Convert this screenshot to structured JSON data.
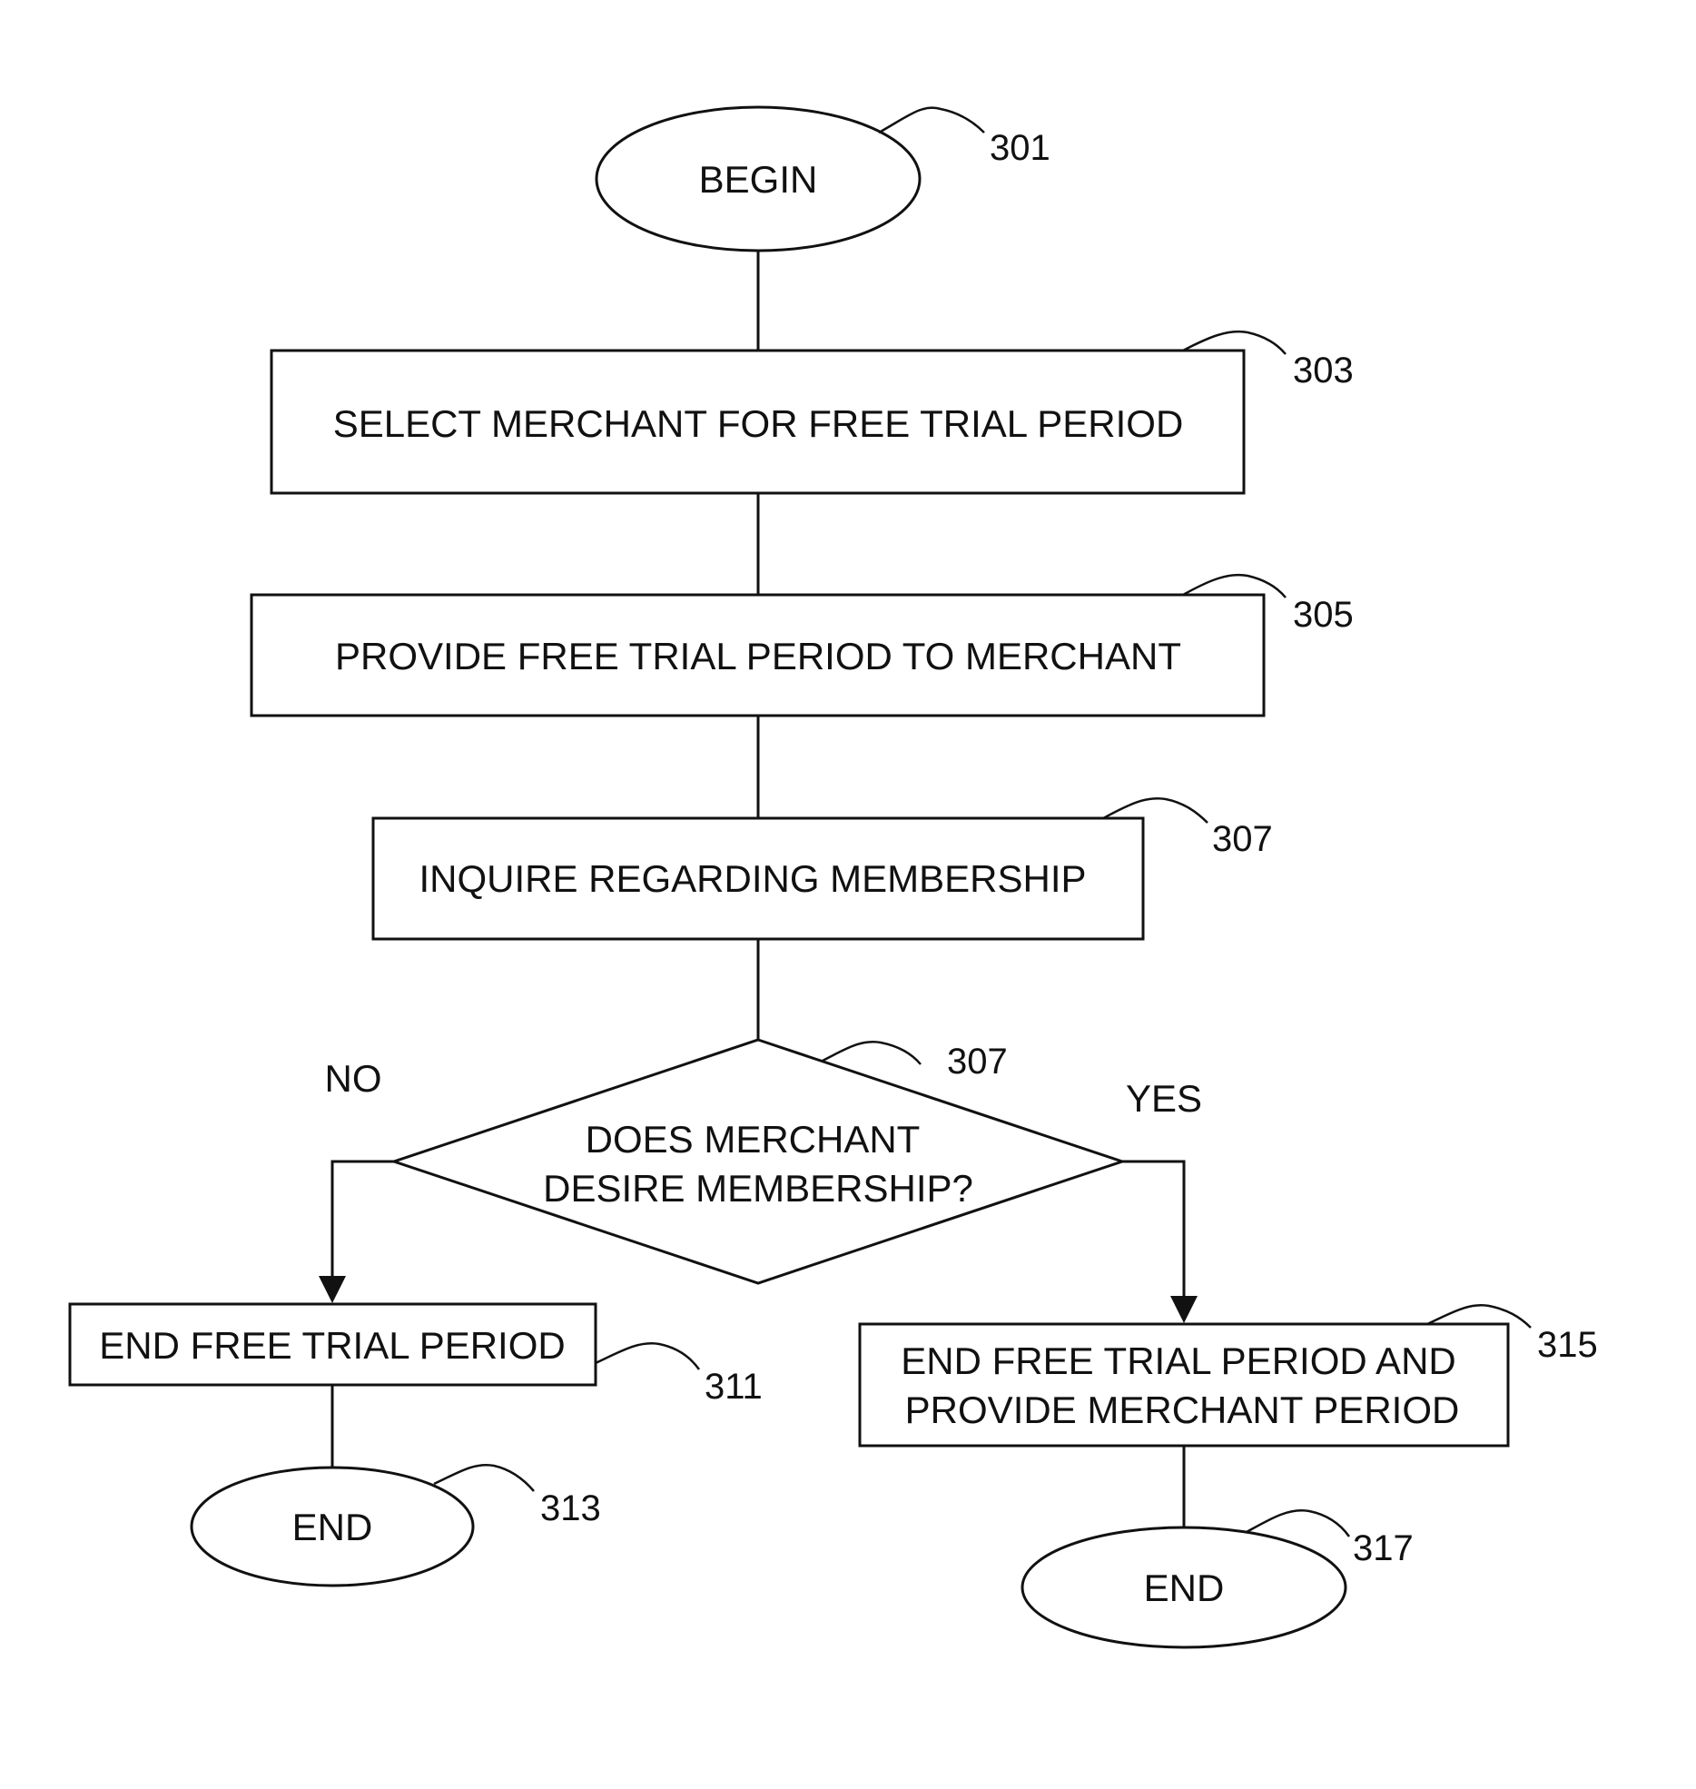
{
  "nodes": {
    "begin": {
      "label": "BEGIN",
      "ref": "301"
    },
    "select_merchant": {
      "label": "SELECT MERCHANT FOR FREE TRIAL PERIOD",
      "ref": "303"
    },
    "provide_trial": {
      "label": "PROVIDE FREE TRIAL PERIOD TO MERCHANT",
      "ref": "305"
    },
    "inquire": {
      "label": "INQUIRE REGARDING MEMBERSHIP",
      "ref": "307"
    },
    "decision": {
      "line1": "DOES MERCHANT",
      "line2": "DESIRE MEMBERSHIP?",
      "ref": "307"
    },
    "end_trial": {
      "label": "END FREE TRIAL PERIOD",
      "ref": "311"
    },
    "end_left": {
      "label": "END",
      "ref": "313"
    },
    "end_trial_provide": {
      "line1": "END FREE TRIAL PERIOD AND",
      "line2": "PROVIDE MERCHANT PERIOD",
      "ref": "315"
    },
    "end_right": {
      "label": "END",
      "ref": "317"
    }
  },
  "branches": {
    "no": "NO",
    "yes": "YES"
  }
}
